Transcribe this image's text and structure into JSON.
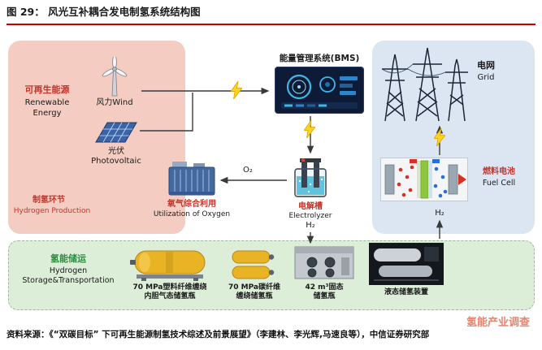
{
  "header": {
    "title": "图 29：  风光互补耦合发电制氢系统结构图"
  },
  "renewable": {
    "cn": "可再生能源",
    "en": "Renewable\nEnergy",
    "wind": "风力Wind",
    "pv_cn": "光伏",
    "pv_en": "Photovoltaic",
    "stage_cn": "制氢环节",
    "stage_en": "Hydrogen Production"
  },
  "bms": {
    "label": "能量管理系统(BMS)"
  },
  "grid": {
    "cn": "电网",
    "en": "Grid"
  },
  "oxygen": {
    "cn": "氧气综合利用",
    "en": "Utilization of Oxygen",
    "gas": "O₂"
  },
  "electrolyzer": {
    "cn": "电解槽",
    "en": "Electrolyzer",
    "gas": "H₂"
  },
  "fuelcell": {
    "cn": "燃料电池",
    "en": "Fuel Cell",
    "gas": "H₂"
  },
  "storage": {
    "cn": "氢能储运",
    "en": "Hydrogen\nStorage&Transportation",
    "items": [
      {
        "caption": "70 MPa塑料纤维缠绕\n内胆气态储氢瓶"
      },
      {
        "caption": "70 MPa碳纤维\n缠绕储氢瓶"
      },
      {
        "caption": "42 m³固态\n储氢瓶"
      },
      {
        "caption": "液态储氢装置"
      }
    ]
  },
  "footer": {
    "source": "资料来源：《“双碳目标” 下可再生能源制氢技术综述及前景展望》（李建林、李光辉,马速良等），中信证券研究部",
    "watermark": "氢能产业调查"
  },
  "colors": {
    "accent_red": "#c2362b",
    "box_pink": "#f5ccc2",
    "box_blue": "#dbe6f2",
    "box_green": "#dcedd8",
    "bolt_yellow": "#ffd21f",
    "storage_text_green": "#2e8b3d",
    "title_rule_red": "#c40000",
    "watermark_salmon": "#e8836e"
  }
}
